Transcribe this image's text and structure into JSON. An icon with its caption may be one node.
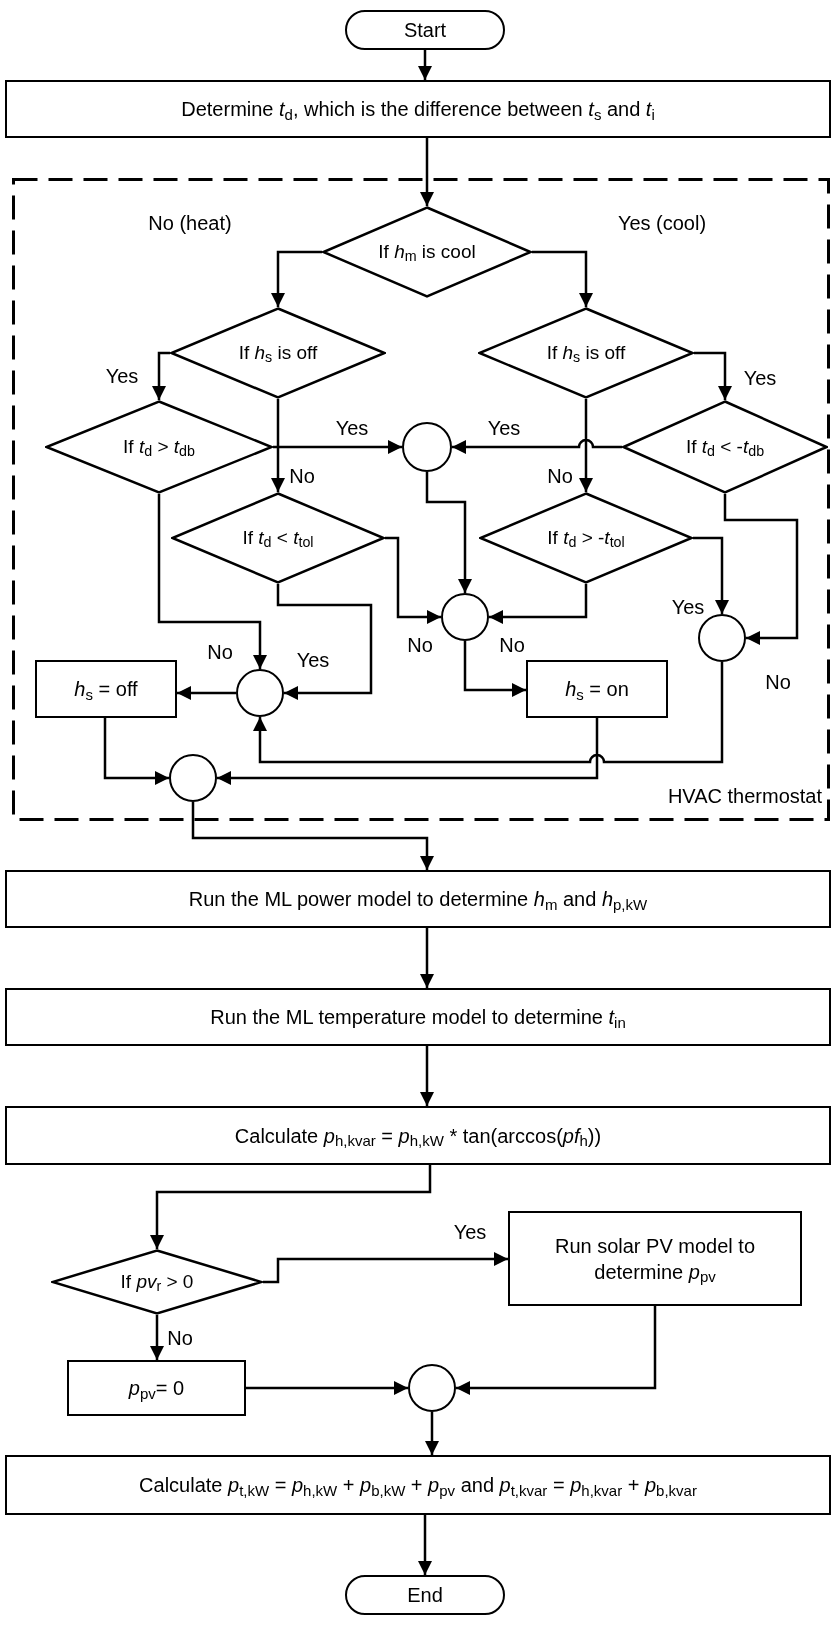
{
  "diagram": {
    "nodes": [
      {
        "text": [
          "Start"
        ]
      },
      {
        "text": [
          "Determine *t*$_{d}$, which is the difference between *t*$_{s}$ and *t*$_{i}$"
        ]
      },
      {
        "text": [
          "HVAC thermostat"
        ]
      },
      {
        "text": [
          "If *h*$_{m}$ is cool"
        ],
        "in": 2
      },
      {
        "text": [
          "If *h*$_{s}$ is off"
        ],
        "in": 2
      },
      {
        "text": [
          "If *h*$_{s}$ is off"
        ],
        "in": 2
      },
      {
        "text": [
          "If *t*$_{d}$ > *t*$_{db}$"
        ],
        "in": 2
      },
      {
        "text": [],
        "shape": "circle",
        "in": 2
      },
      {
        "text": [
          "If *t*$_{d}$ < -*t*$_{db}$"
        ],
        "in": 2
      },
      {
        "text": [
          "If *t*$_{d}$ < *t*$_{tol}$"
        ],
        "in": 2
      },
      {
        "text": [
          "If *t*$_{d}$ > -*t*$_{tol}$"
        ],
        "in": 2
      },
      {
        "text": [],
        "shape": "circle",
        "in": 2
      },
      {
        "text": [],
        "shape": "circle",
        "in": 2
      },
      {
        "text": [
          "*h*$_{s}$ = off"
        ],
        "in": 2
      },
      {
        "text": [],
        "shape": "circle",
        "in": 2
      },
      {
        "text": [
          "*h*$_{s}$ = on"
        ],
        "in": 2
      },
      {
        "text": [],
        "shape": "circle",
        "in": 2
      },
      {
        "text": [
          "Run the ML power model to determine *h*$_{m}$ and *h*$_{p,kW}$"
        ]
      },
      {
        "text": [
          "Run the ML temperature model to determine *t*$_{in}$"
        ]
      },
      {
        "text": [
          "Calculate *p*$_{h,kvar}$ = *p*$_{h,kW}$ * tan(arccos(*pf*$_{h}$))"
        ]
      },
      {
        "text": [
          "If *pv*$_{r}$ > 0"
        ]
      },
      {
        "text": [
          "Run solar PV model to determine *p*$_{pv}$"
        ]
      },
      {
        "text": [
          "*p*$_{pv}$= 0"
        ]
      },
      {
        "text": [],
        "shape": "circle"
      },
      {
        "text": [
          "Calculate *p*$_{t,kW}$ = *p*$_{h,kW}$ + *p*$_{b,kW}$ + *p*$_{pv}$ and *p*$_{t,kvar}$ = *p*$_{h,kvar}$ + *p*$_{b,kvar}$"
        ]
      },
      {
        "text": [
          "End"
        ]
      }
    ],
    "edges": [
      {
        "from": 0,
        "to": 1,
        "arrow": "to"
      },
      {
        "from": 1,
        "to": 3,
        "arrow": "to"
      },
      {
        "from": 3,
        "to": 4,
        "arrow": "to",
        "label": "No (heat)"
      },
      {
        "from": 3,
        "to": 5,
        "arrow": "to",
        "label": "Yes (cool)"
      },
      {
        "from": 4,
        "to": 6,
        "arrow": "to",
        "label": "Yes"
      },
      {
        "from": 4,
        "to": 9,
        "arrow": "to",
        "label": "No"
      },
      {
        "from": 5,
        "to": 8,
        "arrow": "to",
        "label": "Yes"
      },
      {
        "from": 5,
        "to": 10,
        "arrow": "to",
        "label": "No"
      },
      {
        "from": 6,
        "to": 7,
        "arrow": "to",
        "label": "Yes"
      },
      {
        "from": 8,
        "to": 7,
        "arrow": "to",
        "label": "Yes"
      },
      {
        "from": 6,
        "to": 14,
        "arrow": "to",
        "label": "No"
      },
      {
        "from": 9,
        "to": 14,
        "arrow": "to",
        "label": "Yes"
      },
      {
        "from": 9,
        "to": 11,
        "arrow": "to",
        "label": "No"
      },
      {
        "from": 10,
        "to": 11,
        "arrow": "to",
        "label": "No"
      },
      {
        "from": 10,
        "to": 12,
        "arrow": "to",
        "label": "Yes"
      },
      {
        "from": 8,
        "to": 12,
        "arrow": "to",
        "label": "No"
      },
      {
        "from": 7,
        "to": 11,
        "arrow": "to"
      },
      {
        "from": 11,
        "to": 15,
        "arrow": "to"
      },
      {
        "from": 12,
        "to": 14,
        "arrow": "to"
      },
      {
        "from": 14,
        "to": 13,
        "arrow": "to"
      },
      {
        "from": 13,
        "to": 16,
        "arrow": "to"
      },
      {
        "from": 15,
        "to": 16,
        "arrow": "to"
      },
      {
        "from": 16,
        "to": 17,
        "arrow": "to"
      },
      {
        "from": 17,
        "to": 18,
        "arrow": "to"
      },
      {
        "from": 18,
        "to": 19,
        "arrow": "to"
      },
      {
        "from": 19,
        "to": 20,
        "arrow": "to"
      },
      {
        "from": 20,
        "to": 21,
        "arrow": "to",
        "label": "Yes"
      },
      {
        "from": 20,
        "to": 22,
        "arrow": "to",
        "label": "No"
      },
      {
        "from": 22,
        "to": 23,
        "arrow": "to"
      },
      {
        "from": 21,
        "to": 23,
        "arrow": "to"
      },
      {
        "from": 23,
        "to": 24,
        "arrow": "to"
      },
      {
        "from": 24,
        "to": 25,
        "arrow": "to"
      }
    ]
  }
}
